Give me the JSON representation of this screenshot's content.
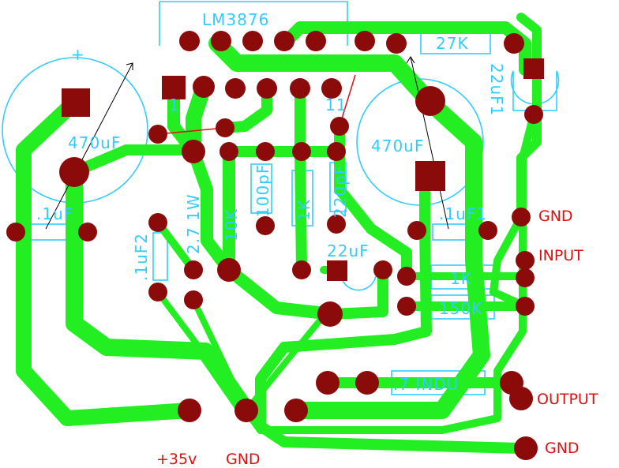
{
  "board": {
    "colors": {
      "background": "#ffffff",
      "trace": "#22ee22",
      "pad": "#8b0b0b",
      "silkscreen": "#33ccff",
      "label": "#dd1111"
    },
    "silkscreen_labels": {
      "ic": "LM3876",
      "r_27k": "27K",
      "c_22uf_right": "22uF1",
      "c_470uf_left": "470uF",
      "c_470uf_right": "470uF",
      "pin1_left": "1",
      "pin11": "11",
      "c_1uf_left": ".1uF",
      "c_1uf_right": ".1uF1",
      "c_1uf2": ".1uF2",
      "r_2_7_1w": "2.7 1W",
      "r_10k": "10K",
      "c_100pf": "100pF",
      "r_1k_mid": "1K",
      "c_220pf": "220pF",
      "c_22uf_mid": "22uF",
      "r_1k_right": "1K",
      "r_150k": "150K",
      "inductor": ".7 INDU"
    },
    "connector_labels": {
      "gnd_top": "GND",
      "input": "INPUT",
      "output": "OUTPUT",
      "gnd_bottom": "GND",
      "supply": "+35v",
      "gnd_supply": "GND"
    }
  }
}
